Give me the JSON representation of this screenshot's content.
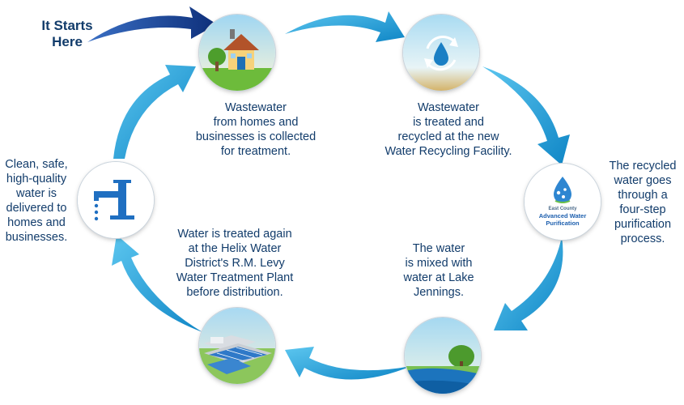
{
  "start_label": "It Starts\nHere",
  "steps": [
    {
      "caption": "Wastewater\nfrom homes and\nbusinesses is collected\nfor treatment.",
      "icon": "house-icon"
    },
    {
      "caption": "Wastewater\nis treated and\nrecycled at the new\nWater Recycling Facility.",
      "icon": "recycle-water-drop-icon"
    },
    {
      "caption": "The recycled\nwater goes\nthrough a\nfour-step\npurification\nprocess.",
      "icon": "advanced-water-purification-logo"
    },
    {
      "caption": "The water\nis mixed with\nwater at Lake\nJennings.",
      "icon": "lake-icon"
    },
    {
      "caption": "Water is treated again\nat the Helix Water\nDistrict's R.M. Levy\nWater Treatment Plant\nbefore distribution.",
      "icon": "treatment-plant-icon"
    },
    {
      "caption": "Clean, safe,\nhigh-quality\nwater is\ndelivered to\nhomes and\nbusinesses.",
      "icon": "faucet-icon"
    }
  ],
  "logo": {
    "line1": "East County",
    "line2": "Advanced Water",
    "line3": "Purification"
  },
  "colors": {
    "arrow": "#2aa7dd",
    "arrow_dark": "#0d7fc0",
    "start_arrow": "#15408f",
    "text": "#123c6b"
  }
}
